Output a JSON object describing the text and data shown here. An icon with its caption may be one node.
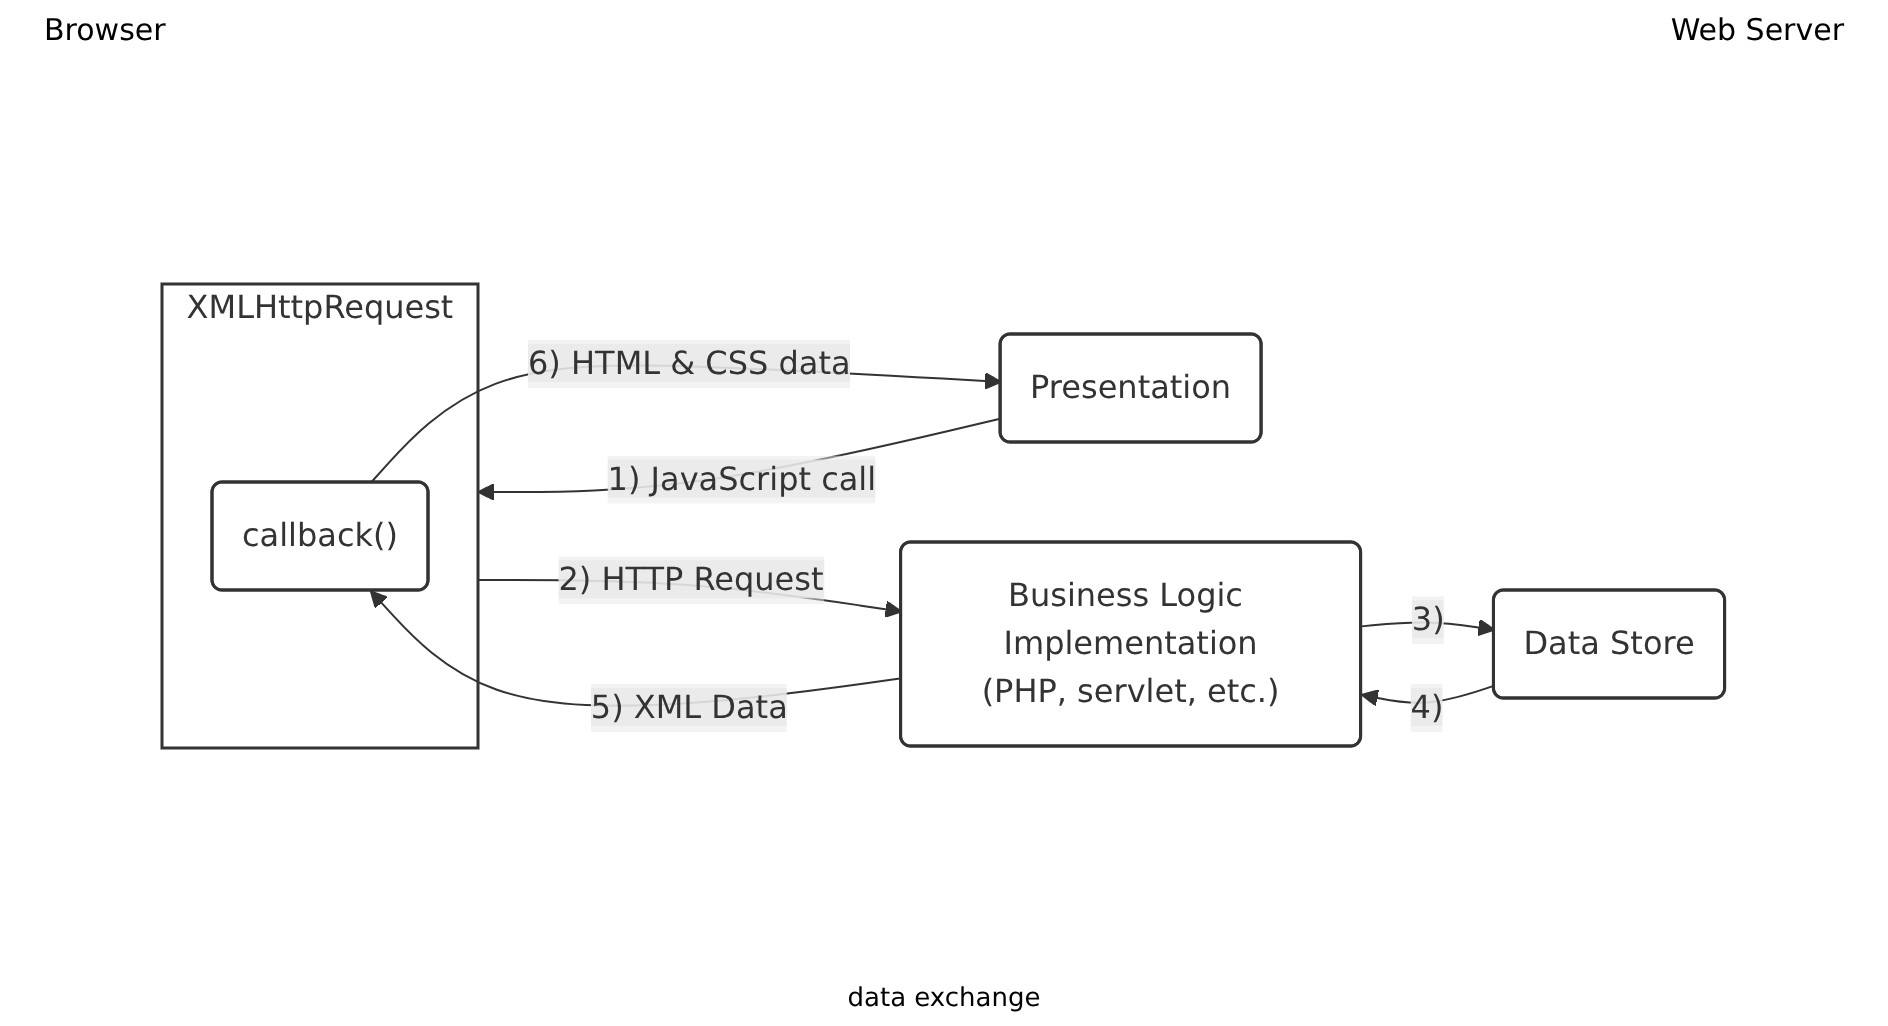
{
  "diagram": {
    "nodes": [
      {
        "text": [
          "XMLHttpRequest"
        ]
      },
      {
        "text": [
          "callback()"
        ],
        "in": 0
      },
      {
        "text": [
          "Presentation"
        ]
      },
      {
        "text": [
          "Business Logic Implementation",
          "(PHP, servlet, etc.)"
        ]
      },
      {
        "text": [
          "Data Store"
        ]
      }
    ],
    "edges": [
      {
        "from": 2,
        "to": 0,
        "arrow": "to",
        "label": "1) JavaScript call"
      },
      {
        "from": 0,
        "to": 3,
        "arrow": "to",
        "label": "2) HTTP Request"
      },
      {
        "from": 3,
        "to": 1,
        "arrow": "to",
        "label": "5) XML Data"
      },
      {
        "from": 1,
        "to": 2,
        "arrow": "to",
        "label": "6) HTML & CSS data"
      },
      {
        "from": 3,
        "to": 4,
        "arrow": "to",
        "label": "3)"
      },
      {
        "from": 4,
        "to": 3,
        "arrow": "to",
        "label": "4)"
      }
    ],
    "labels": [
      "Browser",
      "Web Server",
      "data exchange"
    ]
  }
}
